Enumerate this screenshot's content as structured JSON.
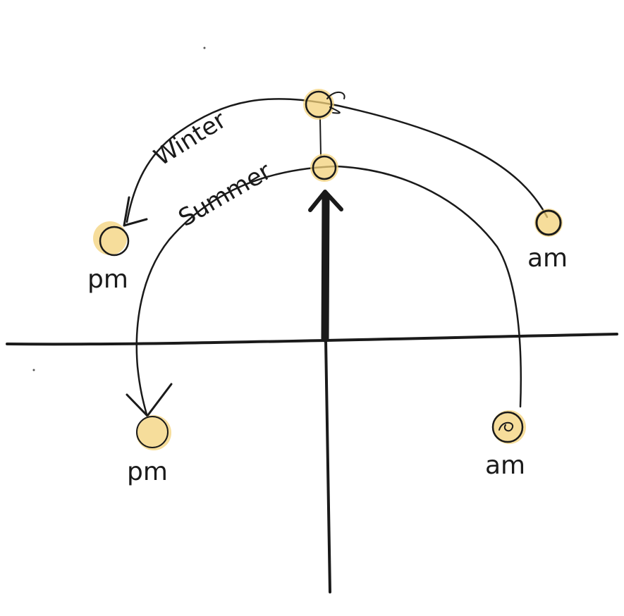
{
  "labels": {
    "winter": "Winter",
    "summer": "Summer",
    "pm_high": "pm",
    "am_high": "am",
    "pm_low": "pm",
    "am_low": "am"
  },
  "colors": {
    "sun_fill": "#f1c85a",
    "sun_glow": "#f3d27a",
    "ink": "#1a1a1a",
    "background": "#ffffff"
  },
  "icons": {
    "sun": "sun-icon",
    "arrow": "arrow-icon"
  }
}
